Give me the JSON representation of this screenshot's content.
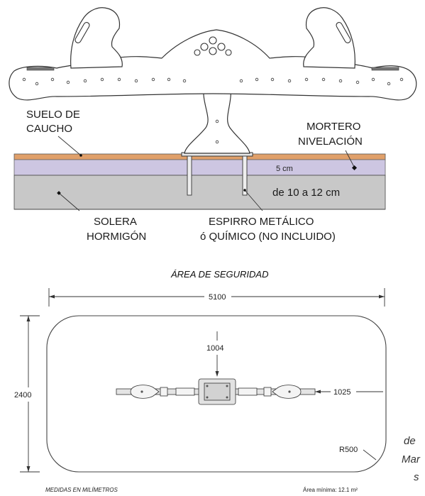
{
  "install": {
    "rubber_label_1": "SUELO DE",
    "rubber_label_2": "CAUCHO",
    "mortar_label_1": "MORTERO",
    "mortar_label_2": "NIVELACIÓN",
    "layer_mortar": "5 cm",
    "layer_concrete": "de 10 a 12 cm",
    "slab_label_1": "SOLERA",
    "slab_label_2": "HORMIGÓN",
    "anchor_label_1": "ESPIRRO METÁLICO",
    "anchor_label_2": "ó QUÍMICO (NO INCLUIDO)"
  },
  "safety": {
    "title": "ÁREA DE SEGURIDAD",
    "width": "5100",
    "height": "2400",
    "item_width": "1004",
    "clearance": "1025",
    "radius": "R500",
    "units_note": "MEDIDAS EN MILÍMETROS",
    "area_note": "Área mínima: 12.1 m²"
  },
  "cutoff_text": [
    "de",
    "Mar",
    "s"
  ],
  "colors": {
    "rubber": "#e0a06a",
    "mortar": "#cdc6e2",
    "concrete": "#c8c8c8",
    "outline": "#333333"
  }
}
